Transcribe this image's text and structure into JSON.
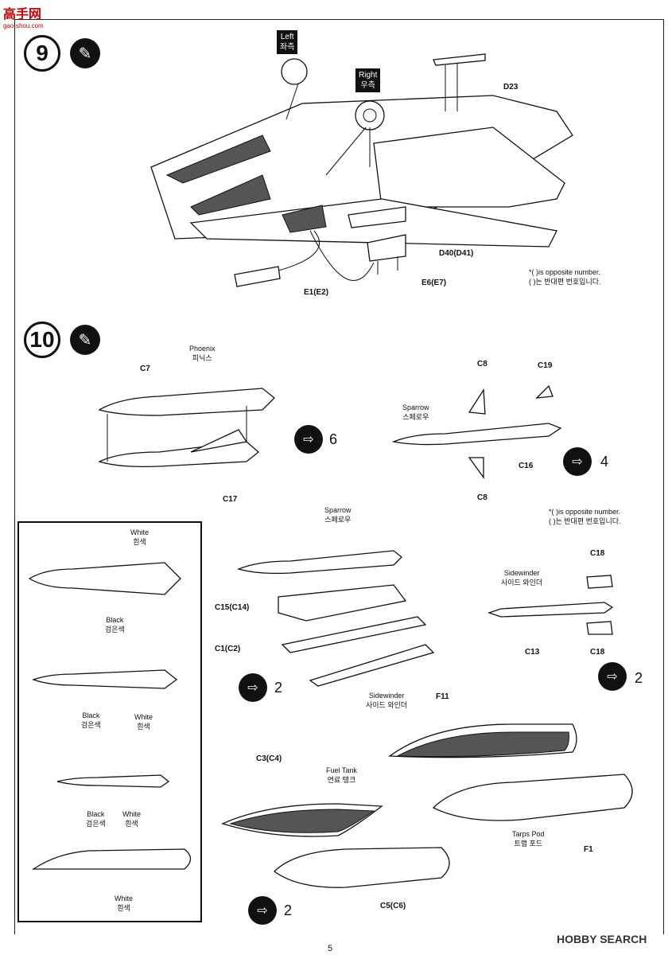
{
  "logo": {
    "text": "高手网",
    "sub": "gao-shou.com"
  },
  "steps": [
    {
      "number": "9"
    },
    {
      "number": "10"
    }
  ],
  "step9": {
    "left_label": "Left\n좌측",
    "right_label": "Right\n우측",
    "parts": [
      "D23",
      "D40(D41)",
      "E6(E7)",
      "E1(E2)"
    ],
    "note": "*( )is opposite number.\n( )는 반대편 번호입니다."
  },
  "step10": {
    "phoenix": {
      "name": "Phoenix\n피닉스",
      "parts": [
        "C7",
        "C17"
      ],
      "quantity": "6"
    },
    "sparrow_top": {
      "name": "Sparrow\n스페로우",
      "parts": [
        "C8",
        "C19",
        "C16",
        "C8"
      ],
      "quantity": "4"
    },
    "note": "*( )is opposite number.\n( )는 반대편 번호입니다.",
    "sparrow_mid": {
      "name": "Sparrow\n스페로우",
      "parts": [
        "C15(C14)",
        "C1(C2)"
      ],
      "quantity": "2"
    },
    "sidewinder_mid": {
      "name": "Sidewinder\n사이드 와인더"
    },
    "sidewinder_right": {
      "name": "Sidewinder\n사이드 와인더",
      "parts": [
        "C18",
        "C13",
        "C18"
      ],
      "quantity": "2"
    },
    "fuel_tank": {
      "name": "Fuel Tank\n연료 탱크",
      "parts": [
        "C3(C4)",
        "C5(C6)"
      ],
      "quantity": "2"
    },
    "tarps": {
      "name": "Tarps Pod\n트랩 포드",
      "parts": [
        "F11",
        "F1"
      ]
    }
  },
  "colors": {
    "white_1": "White\n흰색",
    "black_1": "Black\n검은색",
    "black_2": "Black\n검은색",
    "white_2": "White\n흰색",
    "black_3": "Black\n검은색",
    "white_3": "White\n흰색",
    "white_4": "White\n흰색"
  },
  "footer": {
    "page": "5",
    "watermark": "HOBBY SEARCH"
  }
}
